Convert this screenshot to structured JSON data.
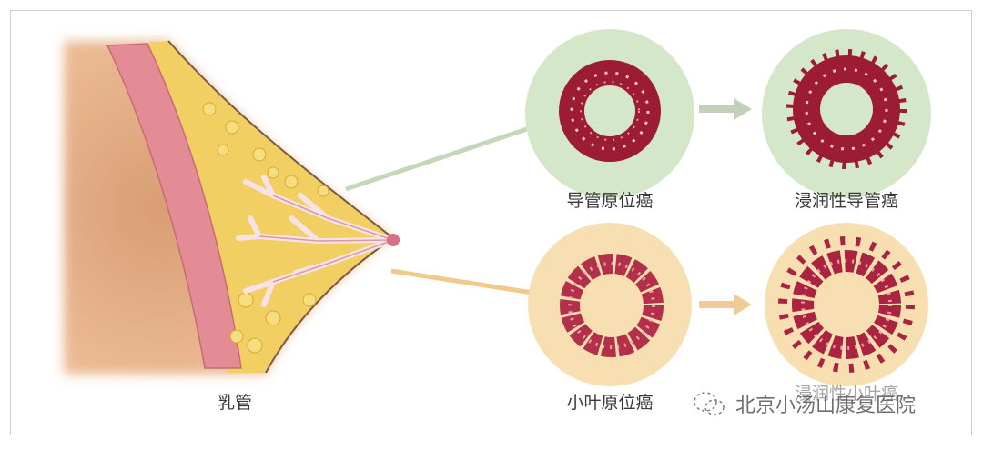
{
  "labels": {
    "duct": "乳管",
    "dcis": "导管原位癌",
    "idc": "浸润性导管癌",
    "lcis": "小叶原位癌",
    "ilc": "浸润性小叶癌"
  },
  "watermark": {
    "icon": "wechat-icon",
    "text": "北京小汤山康复医院"
  },
  "colors": {
    "ductal_circle": "#d5e7c9",
    "lobular_circle": "#f8dfb2",
    "tumor": "#9b1c33",
    "muscle": "#e58f98",
    "fat": "#f2c94c"
  }
}
